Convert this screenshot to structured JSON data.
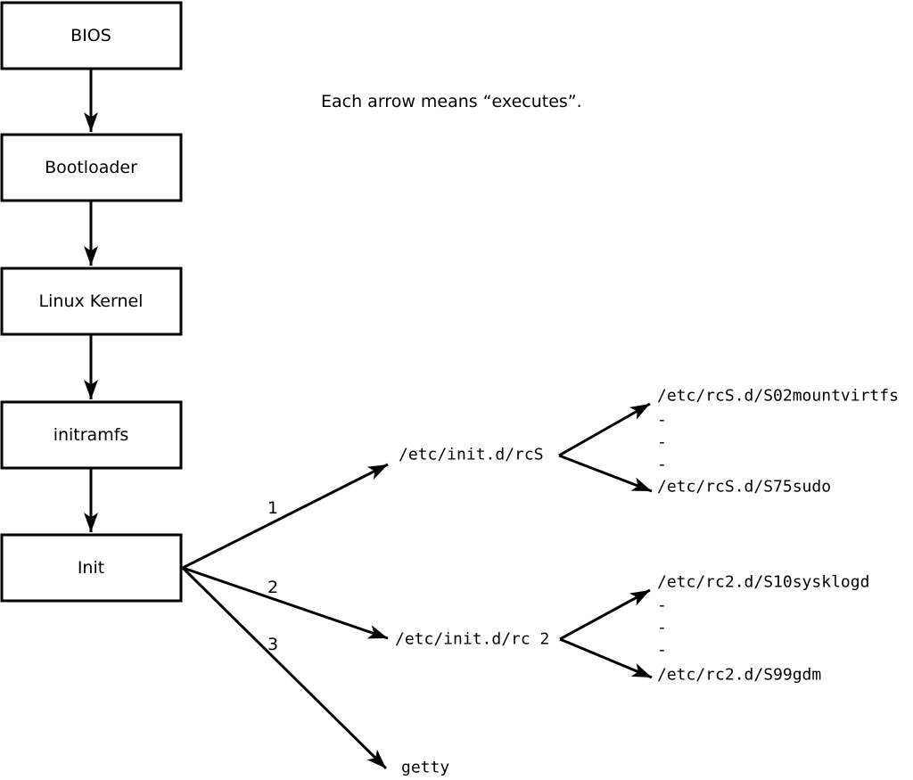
{
  "legend": {
    "note": "Each arrow means “executes”."
  },
  "boot_chain": [
    {
      "label": "BIOS"
    },
    {
      "label": "Bootloader"
    },
    {
      "label": "Linux Kernel"
    },
    {
      "label": "initramfs"
    },
    {
      "label": "Init"
    }
  ],
  "branches": [
    {
      "number": "1",
      "target": "/etc/init.d/rcS",
      "scripts": {
        "first": "/etc/rcS.d/S02mountvirtfs",
        "ellipsis": [
          "-",
          "-",
          "-"
        ],
        "last": "/etc/rcS.d/S75sudo"
      }
    },
    {
      "number": "2",
      "target": "/etc/init.d/rc 2",
      "scripts": {
        "first": "/etc/rc2.d/S10sysklogd",
        "ellipsis": [
          "-",
          "-",
          "-"
        ],
        "last": "/etc/rc2.d/S99gdm"
      }
    },
    {
      "number": "3",
      "target": "getty"
    }
  ],
  "colors": {
    "ink": "#000000",
    "background": "#ffffff"
  }
}
